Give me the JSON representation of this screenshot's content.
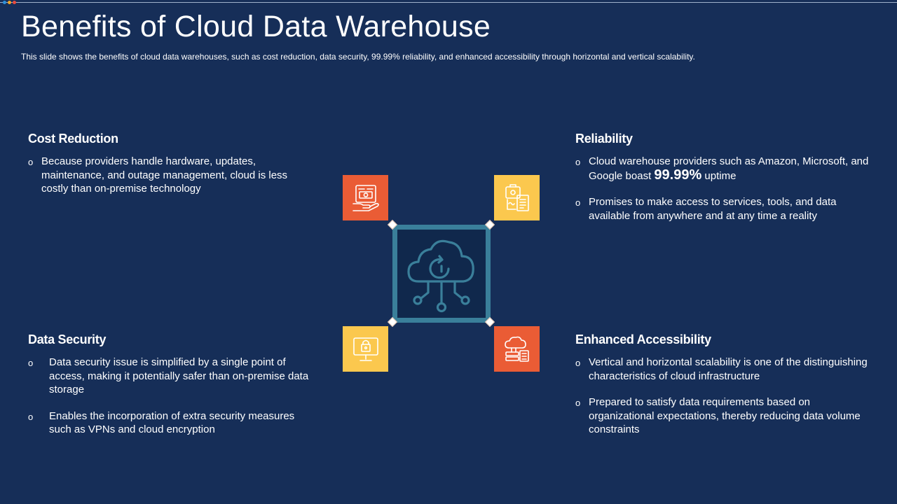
{
  "title": "Benefits of Cloud Data Warehouse",
  "subtitle": "This slide shows the benefits of cloud data warehouses, such as cost reduction, data security, 99.99% reliability, and enhanced accessibility through horizontal and vertical scalability.",
  "bullet_marker": "o",
  "sections": {
    "cost_reduction": {
      "heading": "Cost Reduction",
      "bullets": [
        "Because providers handle hardware, updates, maintenance, and outage management, cloud is less costly than on-premise technology"
      ]
    },
    "reliability": {
      "heading": "Reliability",
      "bullet1_before": "Cloud warehouse providers such as Amazon, Microsoft, and Google boast ",
      "bullet1_highlight": "99.99%",
      "bullet1_after": " uptime",
      "bullet2": "Promises to make access to services, tools, and data available from anywhere and at any time a reality"
    },
    "data_security": {
      "heading": "Data Security",
      "bullets": [
        "Data security issue is simplified by a single point of access, making it potentially safer than on-premise data storage",
        "Enables the incorporation of extra security measures such as VPNs and cloud encryption"
      ]
    },
    "enhanced_accessibility": {
      "heading": "Enhanced Accessibility",
      "bullets": [
        "Vertical and horizontal scalability is one of the distinguishing characteristics of cloud infrastructure",
        "Prepared to satisfy data requirements based on organizational expectations, thereby reducing data volume constraints"
      ]
    }
  },
  "icons": {
    "center": "cloud-network-icon",
    "top_left": "cost-money-icon",
    "top_right": "documents-reliability-icon",
    "bottom_left": "monitor-lock-icon",
    "bottom_right": "cloud-server-access-icon"
  },
  "colors": {
    "background": "#162e58",
    "orange": "#ea5c35",
    "yellow": "#fbc84e",
    "teal": "#3a7f9a"
  }
}
